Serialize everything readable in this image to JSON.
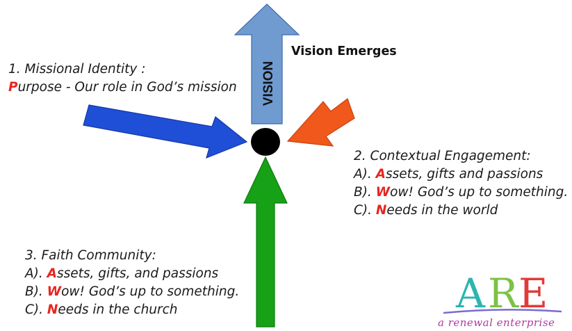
{
  "vision": {
    "arrow_label": "VISION",
    "caption": "Vision Emerges"
  },
  "missional": {
    "heading": "1. Missional Identity :",
    "lines": [
      {
        "initial": "P",
        "rest": "urpose - Our role in God’s mission"
      }
    ]
  },
  "contextual": {
    "heading": "2. Contextual Engagement:",
    "lines": [
      {
        "prefix": "A). ",
        "initial": "A",
        "rest": "ssets, gifts and passions"
      },
      {
        "prefix": "B). ",
        "initial": "W",
        "rest": "ow! God’s up to something."
      },
      {
        "prefix": "C). ",
        "initial": "N",
        "rest": "eeds in the world"
      }
    ]
  },
  "faith": {
    "heading": "3. Faith Community:",
    "lines": [
      {
        "prefix": "A). ",
        "initial": "A",
        "rest": "ssets, gifts, and passions"
      },
      {
        "prefix": "B). ",
        "initial": "W",
        "rest": "ow! God’s up to something."
      },
      {
        "prefix": "C). ",
        "initial": "N",
        "rest": "eeds in the church"
      }
    ]
  },
  "logo": {
    "letters": [
      "A",
      "R",
      "E"
    ],
    "tagline": "a renewal enterprise"
  },
  "colors": {
    "vision_arrow": "#6f9bd1",
    "missional_arrow": "#1f4fd6",
    "contextual_arrow": "#f0581c",
    "faith_arrow": "#16a116",
    "center_dot": "#000000",
    "highlight": "#e8251f"
  }
}
